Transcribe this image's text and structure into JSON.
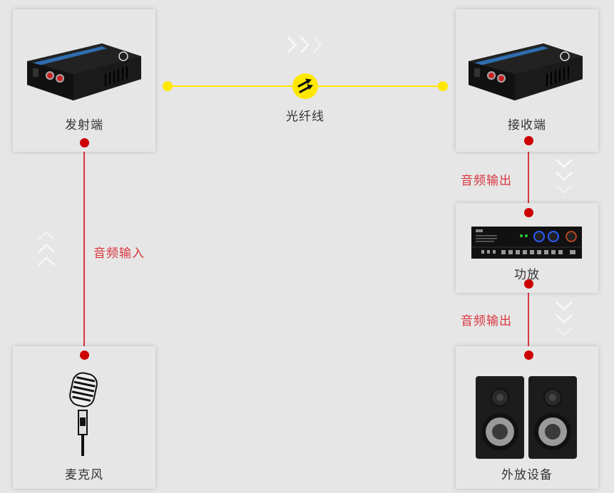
{
  "nodes": {
    "transmitter": {
      "label": "发射端",
      "icon": "fiber-transceiver-icon"
    },
    "receiver": {
      "label": "接收端",
      "icon": "fiber-transceiver-icon"
    },
    "amplifier": {
      "label": "功放",
      "icon": "amplifier-icon"
    },
    "speakers": {
      "label": "外放设备",
      "icon": "speakers-icon"
    },
    "microphone": {
      "label": "麦克风",
      "icon": "microphone-icon"
    }
  },
  "links": {
    "fiber": {
      "label": "光纤线",
      "color": "#ffe800"
    },
    "audio_in": {
      "label": "音频输入",
      "color": "#d9363e"
    },
    "audio_out_1": {
      "label": "音频输出",
      "color": "#d9363e"
    },
    "audio_out_2": {
      "label": "音频输出",
      "color": "#d9363e"
    }
  }
}
